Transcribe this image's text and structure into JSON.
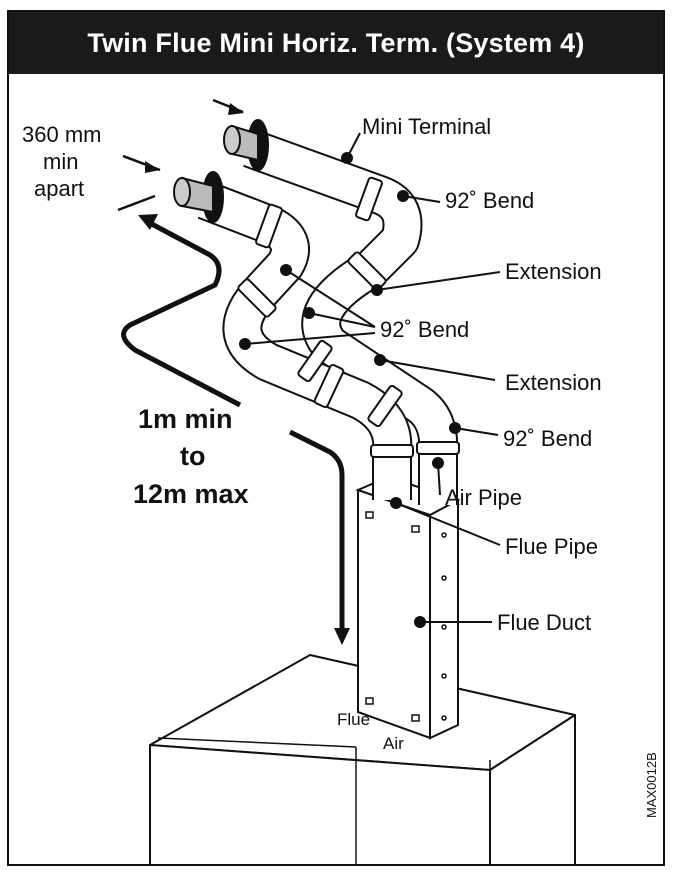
{
  "title": "Twin Flue Mini Horiz. Term. (System 4)",
  "labels": {
    "spacing_line1": "360 mm",
    "spacing_line2": "min",
    "spacing_line3": "apart",
    "mini_terminal": "Mini Terminal",
    "bend_top": "92˚ Bend",
    "extension_upper": "Extension",
    "bend_middle": "92˚ Bend",
    "extension_lower": "Extension",
    "bend_lower": "92˚ Bend",
    "air_pipe": "Air Pipe",
    "flue_pipe": "Flue Pipe",
    "flue_duct": "Flue Duct",
    "length_line1": "1m min",
    "length_line2": "to",
    "length_line3": "12m max",
    "flue": "Flue",
    "air": "Air",
    "drawing_code": "MAX0012B"
  }
}
